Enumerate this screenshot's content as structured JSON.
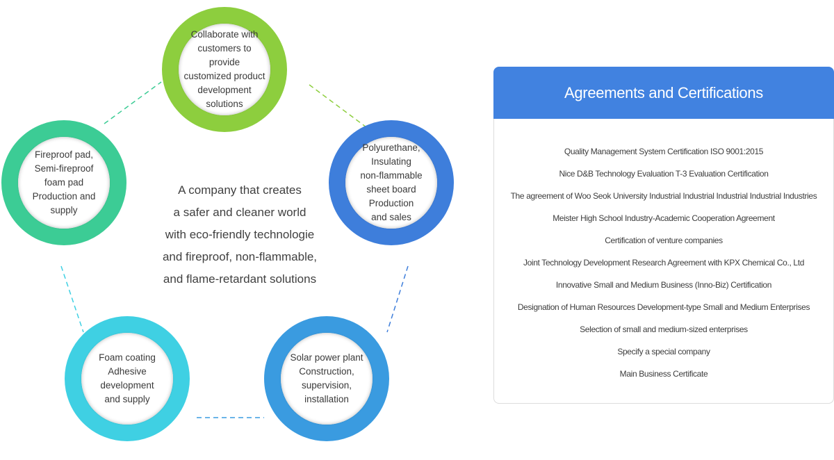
{
  "diagram": {
    "center_text": "A company that creates\na safer and cleaner world\nwith eco-friendly technologie\nand fireproof, non-flammable,\nand flame-retardant solutions",
    "nodes": [
      {
        "label": "Collaborate with\ncustomers to provide\ncustomized product\ndevelopment solutions",
        "color": "#8dce3e"
      },
      {
        "label": "Polyurethane, Insulating\nnon-flammable\nsheet board Production\nand sales",
        "color": "#3e7edb"
      },
      {
        "label": "Solar power plant\nConstruction,\nsupervision, installation",
        "color": "#3a9be0"
      },
      {
        "label": "Foam coating\nAdhesive development\nand supply",
        "color": "#3fd0e3"
      },
      {
        "label": "Fireproof pad,\nSemi-fireproof\nfoam pad\nProduction and supply",
        "color": "#3ccc95"
      }
    ]
  },
  "panel": {
    "title": "Agreements and Certifications",
    "header_color": "#4182e0",
    "items": [
      "Quality Management System Certification ISO 9001:2015",
      "Nice D&B Technology Evaluation T-3 Evaluation Certification",
      "The agreement of Woo Seok University Industrial Industrial Industrial Industrial Industries",
      "Meister High School Industry-Academic Cooperation Agreement",
      "Certification of venture companies",
      "Joint Technology Development Research Agreement with KPX Chemical Co., Ltd",
      "Innovative Small and Medium Business (Inno-Biz) Certification",
      "Designation of Human Resources Development-type Small and Medium Enterprises",
      "Selection of small and medium-sized enterprises",
      "Specify a special company",
      "Main Business Certificate"
    ]
  }
}
